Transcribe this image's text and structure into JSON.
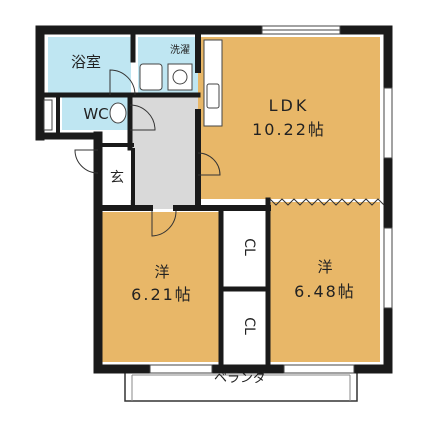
{
  "colors": {
    "wall": "#1a1a1a",
    "room_floor": "#e8b768",
    "wet_area": "#bfe6f2",
    "hallway": "#d9d9d9",
    "balcony": "#ffffff",
    "paper": "#ffffff"
  },
  "rooms": {
    "bath": {
      "label": "浴室"
    },
    "laundry": {
      "label": "洗濯"
    },
    "toilet": {
      "label": "WC"
    },
    "entrance": {
      "label": "玄"
    },
    "ldk": {
      "label_line1": "LDK",
      "label_line2": "10.22帖"
    },
    "western_left": {
      "label_line1": "洋",
      "label_line2": "6.21帖"
    },
    "western_right": {
      "label_line1": "洋",
      "label_line2": "6.48帖"
    },
    "closet_upper": {
      "label": "CL"
    },
    "closet_lower": {
      "label": "CL"
    },
    "balcony": {
      "label": "ベランダ"
    }
  }
}
